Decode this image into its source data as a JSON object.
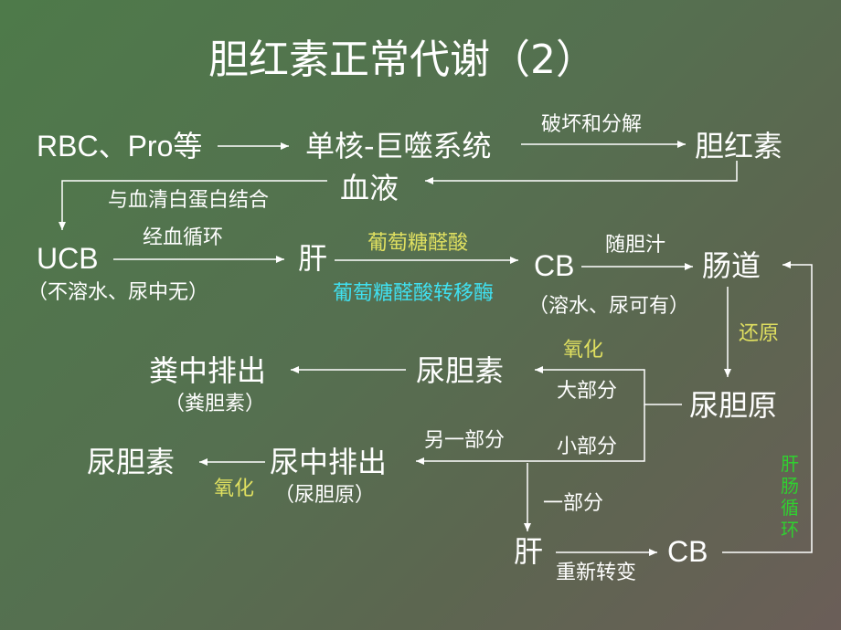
{
  "title": "胆红素正常代谢（2）",
  "colors": {
    "white": "#ffffff",
    "yellow": "#e0e060",
    "cyan": "#40e0f0",
    "green": "#30d030"
  },
  "nodes": {
    "rbc": "RBC、Pro等",
    "mono": "单核-巨噬系统",
    "bilirubin": "胆红素",
    "blood": "血液",
    "ucb": "UCB",
    "ucb_note": "（不溶水、尿中无）",
    "liver1": "肝",
    "cb1": "CB",
    "cb1_note": "（溶水、尿可有）",
    "intestine": "肠道",
    "stool_excrete": "粪中排出",
    "stool_note": "（粪胆素）",
    "urobilin_mid": "尿胆素",
    "urobilinogen": "尿胆原",
    "urobilin_left": "尿胆素",
    "urine_excrete": "尿中排出",
    "urine_note": "（尿胆原）",
    "liver2": "肝",
    "cb2": "CB"
  },
  "labels": {
    "destroy": "破坏和分解",
    "bind_albumin": "与血清白蛋白结合",
    "circulate": "经血循环",
    "glucuronic": "葡萄糖醛酸",
    "transferase": "葡萄糖醛酸转移酶",
    "with_bile": "随胆汁",
    "reduce": "还原",
    "oxidize1": "氧化",
    "large_part": "大部分",
    "small_part": "小部分",
    "another_part": "另一部分",
    "oxidize2": "氧化",
    "one_part": "一部分",
    "reconvert": "重新转变",
    "enterohepatic": "肝\n肠\n循\n环"
  }
}
